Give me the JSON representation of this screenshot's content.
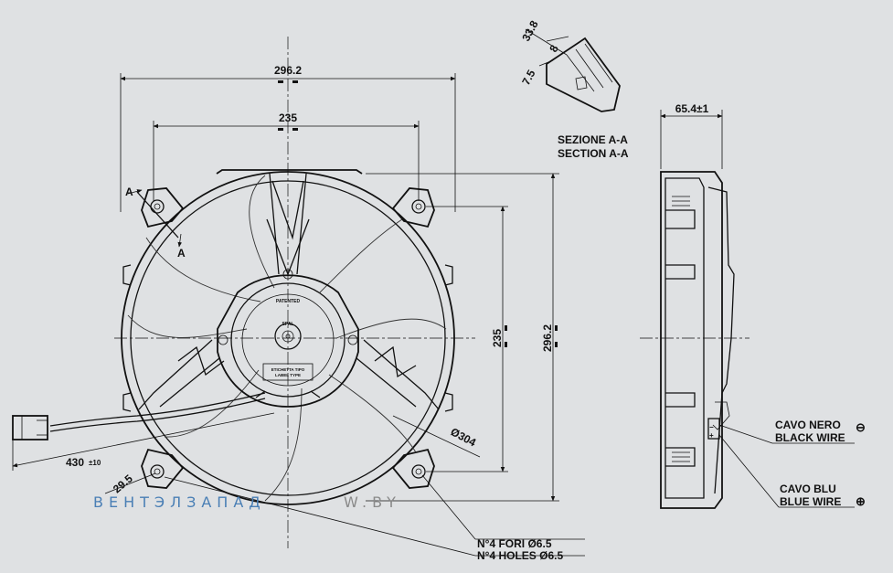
{
  "dimensions": {
    "overall_width": "296.2",
    "hole_spacing_h": "235",
    "overall_height": "296.2",
    "hole_spacing_v": "235",
    "fan_diameter": "Ø304",
    "depth": "65.4±1",
    "cable_length": "430",
    "cable_tolerance": "±10",
    "angle_dim": "29.5",
    "section_dim_a": "33.8",
    "section_dim_b": "8",
    "section_dim_c": "7.5"
  },
  "section": {
    "marker_top": "A",
    "marker_bottom": "A",
    "title_it": "SEZIONE A-A",
    "title_en": "SECTION A-A"
  },
  "holes": {
    "note_it": "N°4 FORI Ø6.5",
    "note_en": "N°4 HOLES Ø6.5"
  },
  "wires": {
    "black_it": "CAVO NERO",
    "black_en": "BLACK WIRE",
    "black_symbol": "⊖",
    "blue_it": "CAVO BLU",
    "blue_en": "BLUE WIRE",
    "blue_symbol": "⊕"
  },
  "motor_labels": {
    "patented": "PATENTED",
    "label_it": "ETICHETTA TIPO",
    "label_en": "LABEL TYPE",
    "brand": "SPAL"
  },
  "watermark": {
    "left": "ВЕНТЭЛЗАПАД",
    "right": "W.BY"
  },
  "colors": {
    "background": "#dfe1e3",
    "line": "#111111",
    "watermark_left": "#4a7fb5",
    "watermark_right": "#8a8a8a"
  }
}
